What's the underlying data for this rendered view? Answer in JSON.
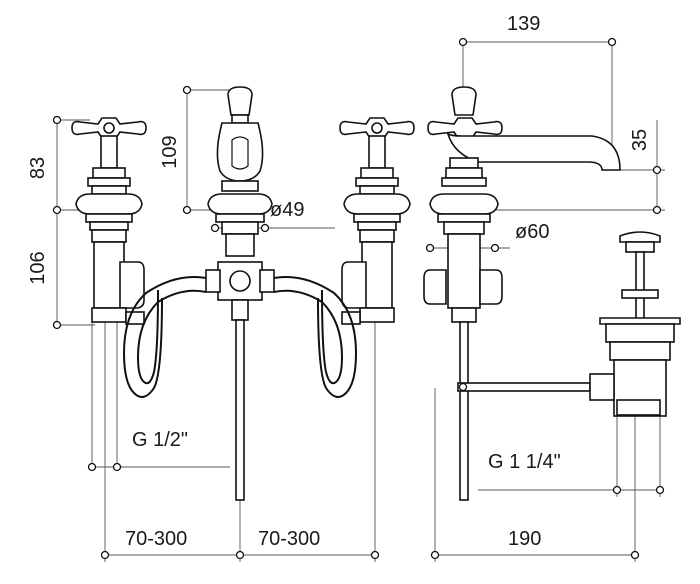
{
  "dimensions": {
    "handle_height": "83",
    "body_height": "106",
    "spout_handle_height": "109",
    "spout_body_diameter": "ø49",
    "spout_reach": "139",
    "spout_outlet_height": "35",
    "base_diameter": "ø60",
    "connection_thread": "G 1/2\"",
    "waste_thread": "G 1 1/4\"",
    "left_spacing": "70-300",
    "right_spacing": "70-300",
    "waste_offset": "190"
  }
}
